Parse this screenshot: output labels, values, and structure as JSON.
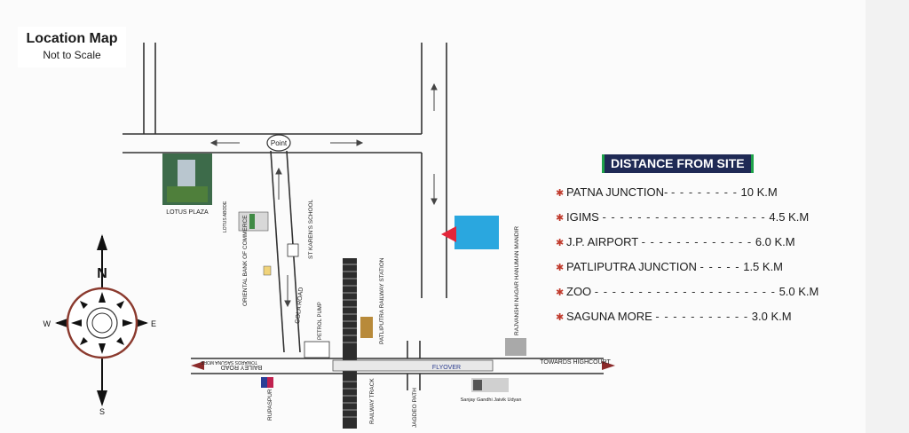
{
  "title": {
    "main": "Location Map",
    "sub": "Not to Scale"
  },
  "distance_heading": "DISTANCE FROM SITE",
  "distances": [
    {
      "name": "PATNA JUNCTION-",
      "dashes": "- - - - - - - -",
      "value": "10 K.M"
    },
    {
      "name": "IGIMS",
      "dashes": "- - - - - - - - - - - - - - - - - - -",
      "value": "4.5 K.M"
    },
    {
      "name": "J.P. AIRPORT",
      "dashes": "- - - - - - - - - - - - -",
      "value": "6.0 K.M"
    },
    {
      "name": "PATLIPUTRA JUNCTION",
      "dashes": "- - - - -",
      "value": "1.5 K.M"
    },
    {
      "name": "ZOO",
      "dashes": "- - - - - - - - - - - - - - - - - - - - -",
      "value": "5.0 K.M"
    },
    {
      "name": "SAGUNA MORE",
      "dashes": "- - - - - - - - - - -",
      "value": "3.0 K.M"
    }
  ],
  "compass": {
    "n": "N",
    "s": "S",
    "e": "E",
    "w": "W"
  },
  "landmarks": {
    "point": "Point",
    "lotus_plaza": "LOTUS PLAZA",
    "lotus_abode": "LOTUS ABODE",
    "oriental_bank": "ORIENTAL BANK OF COMMERCE",
    "st_karens": "ST KAREN'S SCHOOL",
    "gola_road": "GOLA ROAD",
    "petrol_pump": "PETROL PUMP",
    "patliputra_station": "PATLIPUTRA RAILWAY STATION",
    "rajvanshi_nagar": "RAJVANSHI NAGAR HANUMAN MANDIR",
    "bailey_road": "BAILEY ROAD",
    "towards_saguna_more": "TOWARDS SAGUNA MORE",
    "towards_highcourt": "TOWARDS HIGHCOURT",
    "flyover": "FLYOVER",
    "rupaspur": "RUPASPUR",
    "railway_track": "RAILWAY TRACK",
    "jagdeo_path": "JAGDEO PATH",
    "sanjay_gandhi": "Sanjay Gandhi Jaivik Udyan"
  },
  "colors": {
    "site": "#2aa7df",
    "site_marker": "#e3263a",
    "heading_bg": "#1f2a55",
    "compass_ring": "#8b3a2e",
    "bullet": "#c0392b"
  }
}
